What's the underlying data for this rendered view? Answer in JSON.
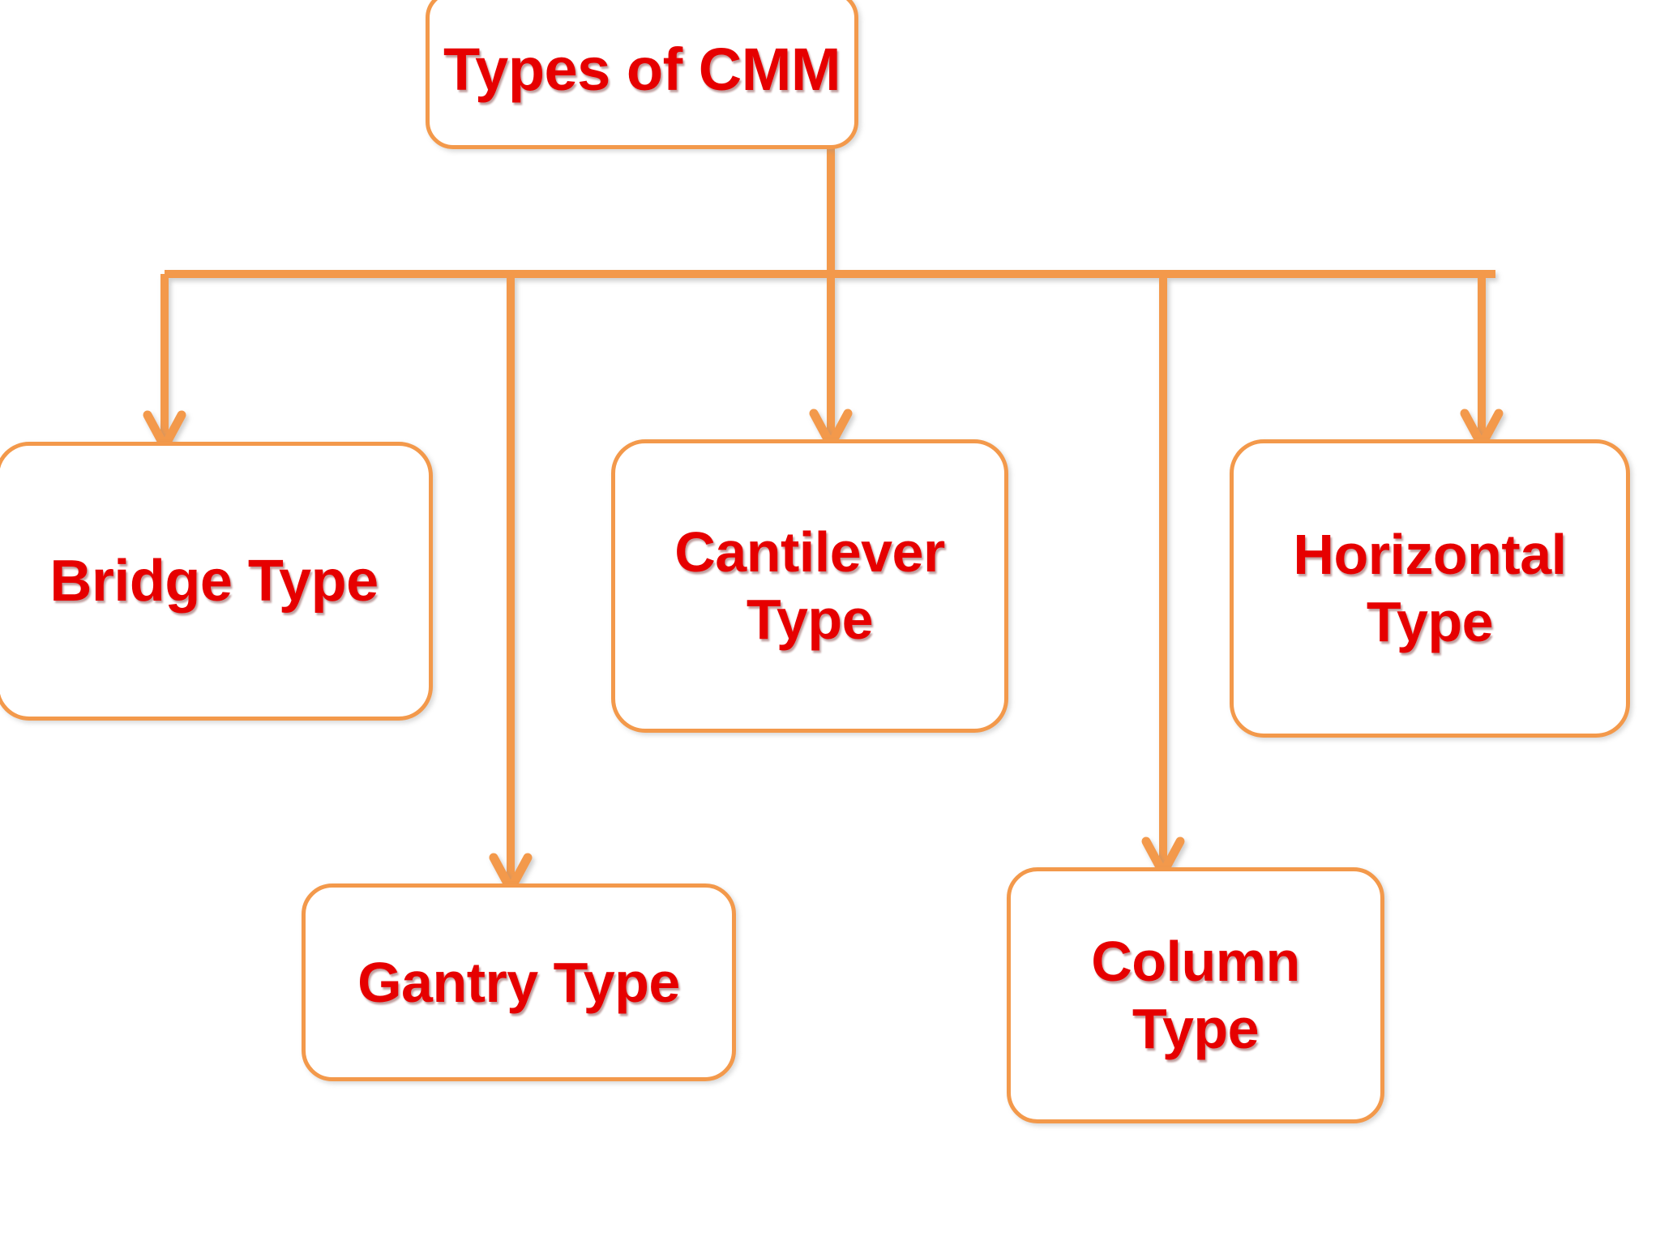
{
  "diagram": {
    "type": "hierarchy-tree",
    "title": "Types of CMM",
    "background_color": "#FFFFFF",
    "connector_color": "#F3994B",
    "node_border_color": "#F3994B",
    "node_fill_color": "#FFFFFF",
    "text_color": "#E60000",
    "root": {
      "label": "Types of CMM"
    },
    "children": [
      {
        "id": "bridge",
        "label": "Bridge Type"
      },
      {
        "id": "gantry",
        "label": "Gantry Type"
      },
      {
        "id": "cantilever",
        "label": "Cantilever\nType"
      },
      {
        "id": "column",
        "label": "Column\nType"
      },
      {
        "id": "horizontal",
        "label": "Horizontal\nType"
      }
    ]
  }
}
